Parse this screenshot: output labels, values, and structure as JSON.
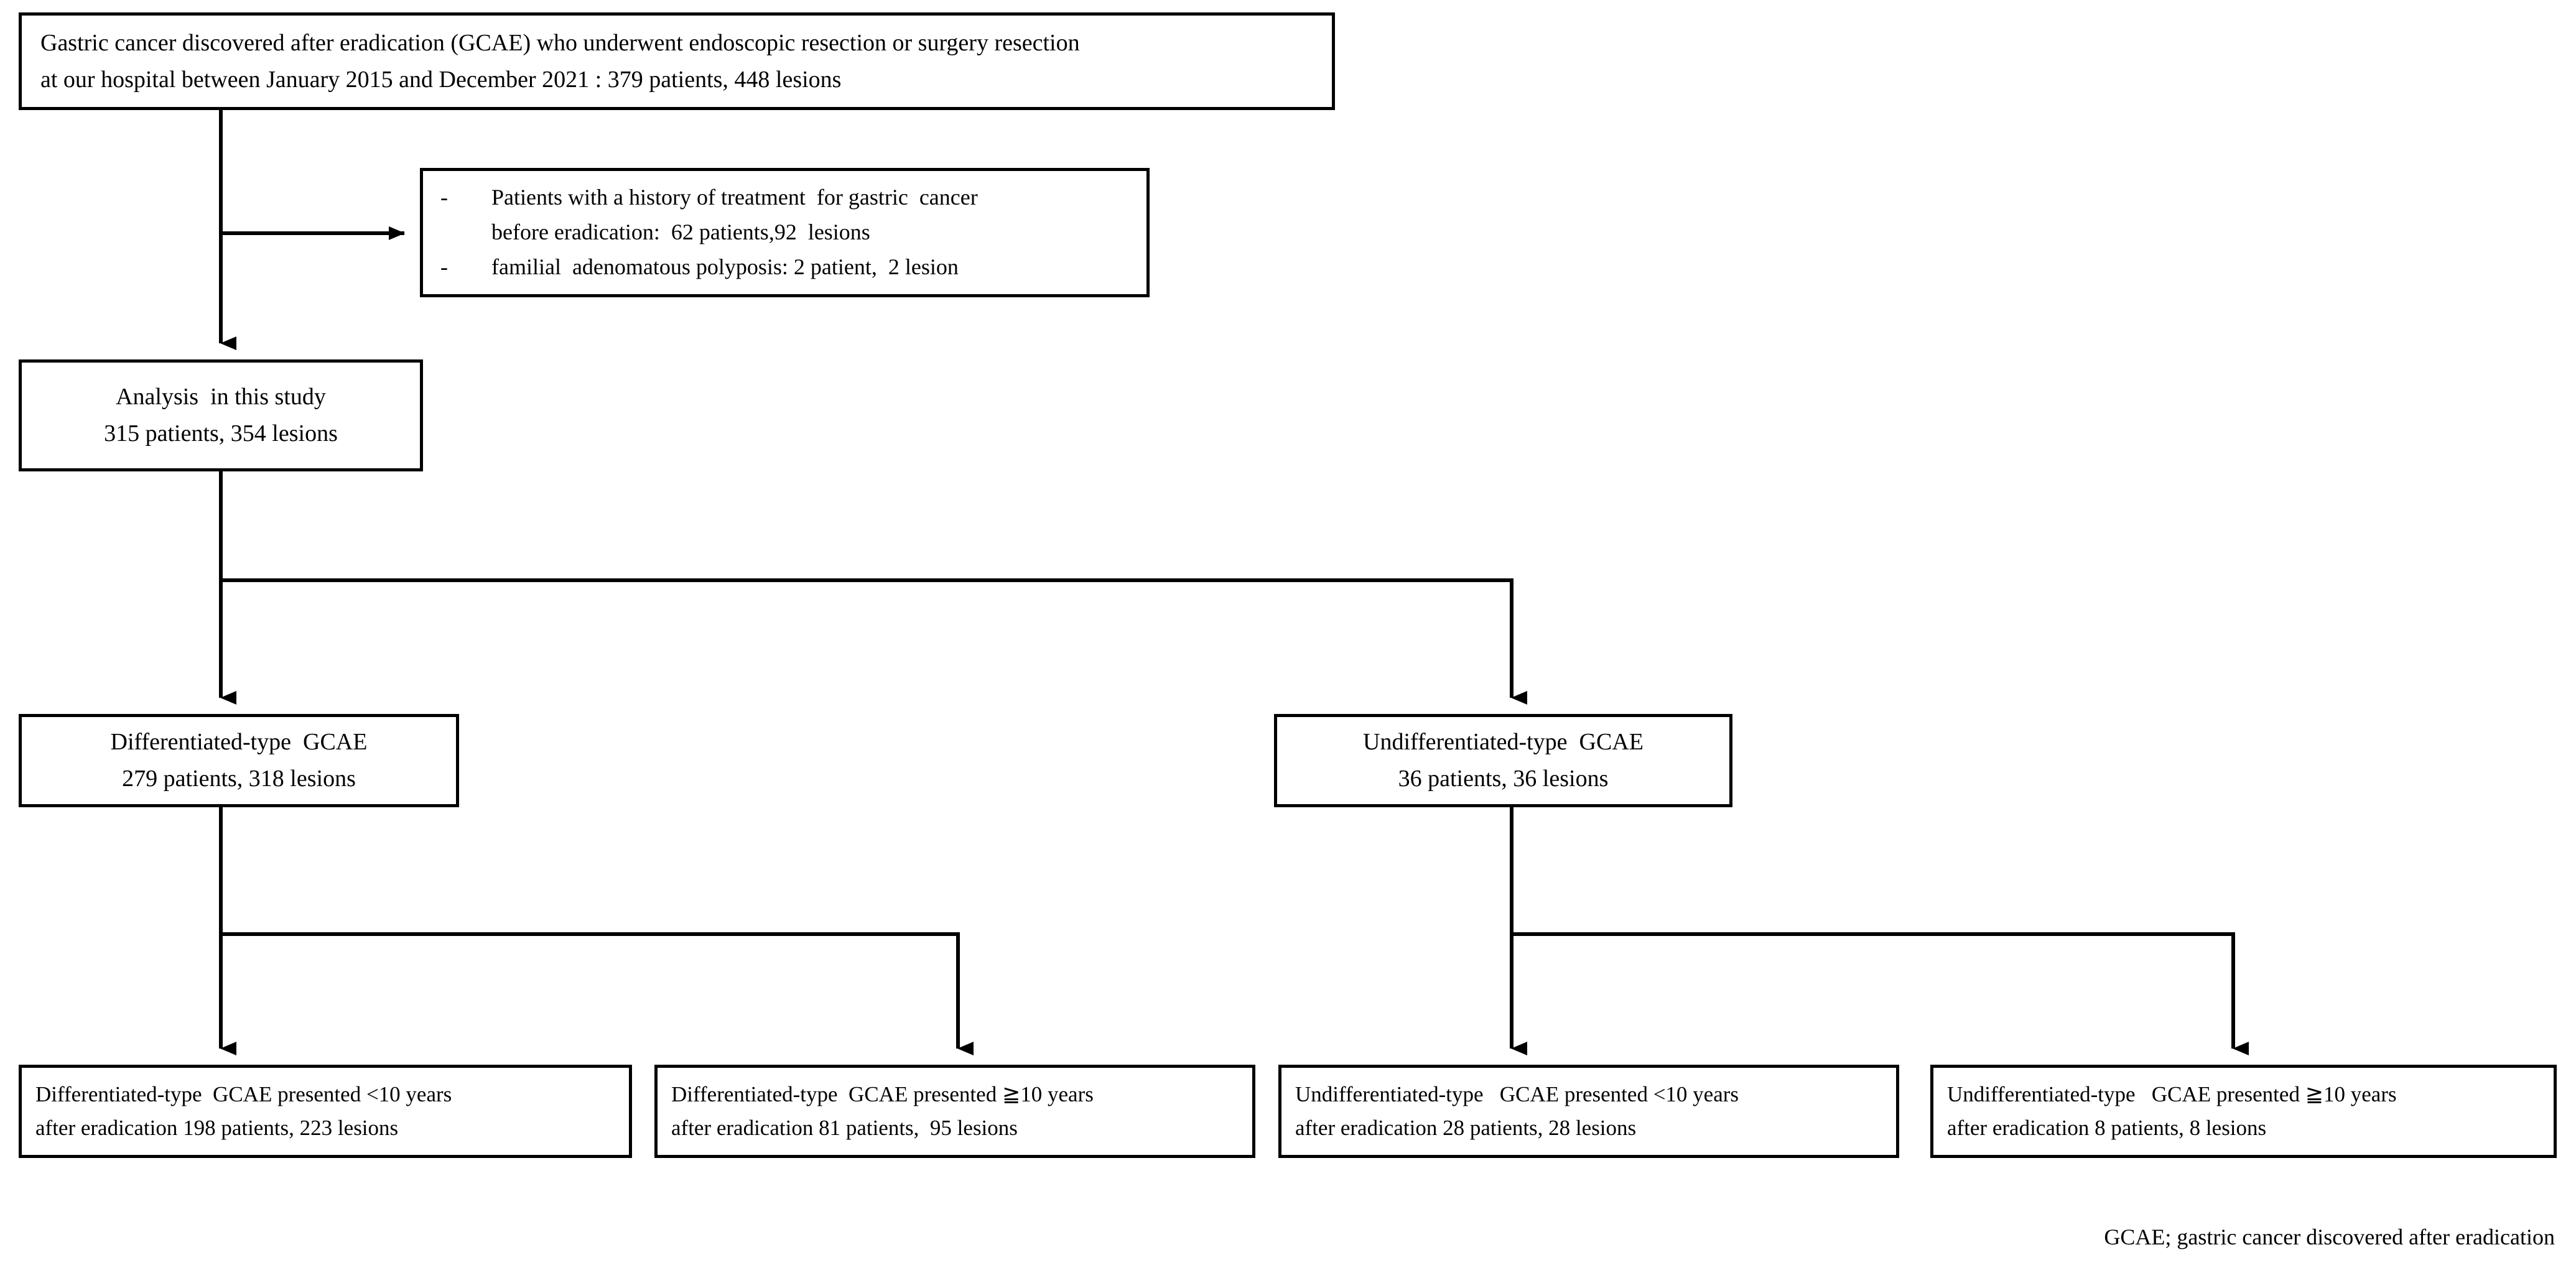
{
  "diagram": {
    "title": "GCAE study patient flow diagram",
    "line_color": "#000000",
    "box_border_color": "#000000",
    "background_color": "#ffffff"
  },
  "enrollment": {
    "line1": "Gastric cancer discovered after eradication (GCAE) who underwent endoscopic resection or surgery resection",
    "line2": "at our hospital between January 2015 and December 2021 : 379 patients, 448 lesions"
  },
  "exclusions": {
    "bullet_glyph": "-",
    "items": [
      {
        "line1": "Patients with a history of treatment  for gastric  cancer",
        "line2": "before eradication:  62 patients,92  lesions"
      },
      {
        "line1": "familial  adenomatous polyposis: 2 patient,  2 lesion",
        "line2": ""
      }
    ]
  },
  "analysis": {
    "line1": "Analysis  in this study",
    "line2": "315 patients, 354 lesions"
  },
  "branches": {
    "differentiated": {
      "line1": "Differentiated-type  GCAE",
      "line2": "279 patients, 318 lesions"
    },
    "undifferentiated": {
      "line1": "Undifferentiated-type  GCAE",
      "line2": "36 patients, 36 lesions"
    }
  },
  "leaves": {
    "diff_lt10": {
      "line1": "Differentiated-type  GCAE presented <10 years",
      "line2": "after eradication 198 patients, 223 lesions"
    },
    "diff_ge10": {
      "line1": "Differentiated-type  GCAE presented ≧10 years",
      "line2": "after eradication 81 patients,  95 lesions"
    },
    "undiff_lt10": {
      "line1": "Undifferentiated-type   GCAE presented <10 years",
      "line2": "after eradication 28 patients, 28 lesions"
    },
    "undiff_ge10": {
      "line1": "Undifferentiated-type   GCAE presented ≧10 years",
      "line2": "after eradication 8 patients, 8 lesions"
    }
  },
  "footnote": {
    "text": "GCAE; gastric cancer discovered after eradication"
  },
  "counts": {
    "screened_patients": 379,
    "screened_lesions": 448,
    "excluded_prior_treatment_patients": 62,
    "excluded_prior_treatment_lesions": 92,
    "excluded_fap_patients": 2,
    "excluded_fap_lesions": 2,
    "analyzed_patients": 315,
    "analyzed_lesions": 354,
    "differentiated_patients": 279,
    "differentiated_lesions": 318,
    "undifferentiated_patients": 36,
    "undifferentiated_lesions": 36,
    "diff_lt10_patients": 198,
    "diff_lt10_lesions": 223,
    "diff_ge10_patients": 81,
    "diff_ge10_lesions": 95,
    "undiff_lt10_patients": 28,
    "undiff_lt10_lesions": 28,
    "undiff_ge10_patients": 8,
    "undiff_ge10_lesions": 8
  }
}
